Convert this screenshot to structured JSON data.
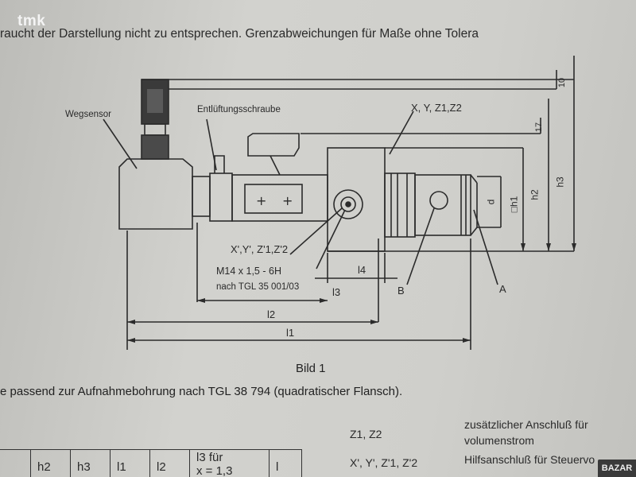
{
  "watermark": "tmk",
  "top_text": "raucht der Darstellung nicht zu entsprechen. Grenzabweichungen für Maße ohne Tolera",
  "labels": {
    "wegsensor": "Wegsensor",
    "entlueftung": "Entlüftungsschraube",
    "xyz_top": "X, Y, Z1,Z2",
    "xyz_prime": "X',Y', Z'1,Z'2",
    "thread": "M14 x 1,5 - 6H",
    "tgl_note": "nach TGL 35 001/03",
    "l1": "l1",
    "l2": "l2",
    "l3": "l3",
    "l4": "l4",
    "b": "B",
    "a": "A",
    "d": "d",
    "h1": "□h1",
    "h2": "h2",
    "h3": "h3",
    "v10": "10",
    "v17": "17"
  },
  "caption": "Bild 1",
  "paragraph": "e passend zur Aufnahmebohrung nach TGL 38 794 (quadratischer Flansch).",
  "notes": {
    "z_label": "Z1, Z2",
    "z_desc_1": "zusätzlicher Anschluß für",
    "z_desc_2": "volumenstrom",
    "xyz_label": "X', Y', Z'1, Z'2",
    "xyz_desc": "Hilfsanschluß für Steuervo"
  },
  "table_headers": [
    "h2",
    "h3",
    "l1",
    "l2",
    "l3 für",
    "l"
  ],
  "table_subheader": "x = 1,3",
  "corner_badge": "BAZAR"
}
